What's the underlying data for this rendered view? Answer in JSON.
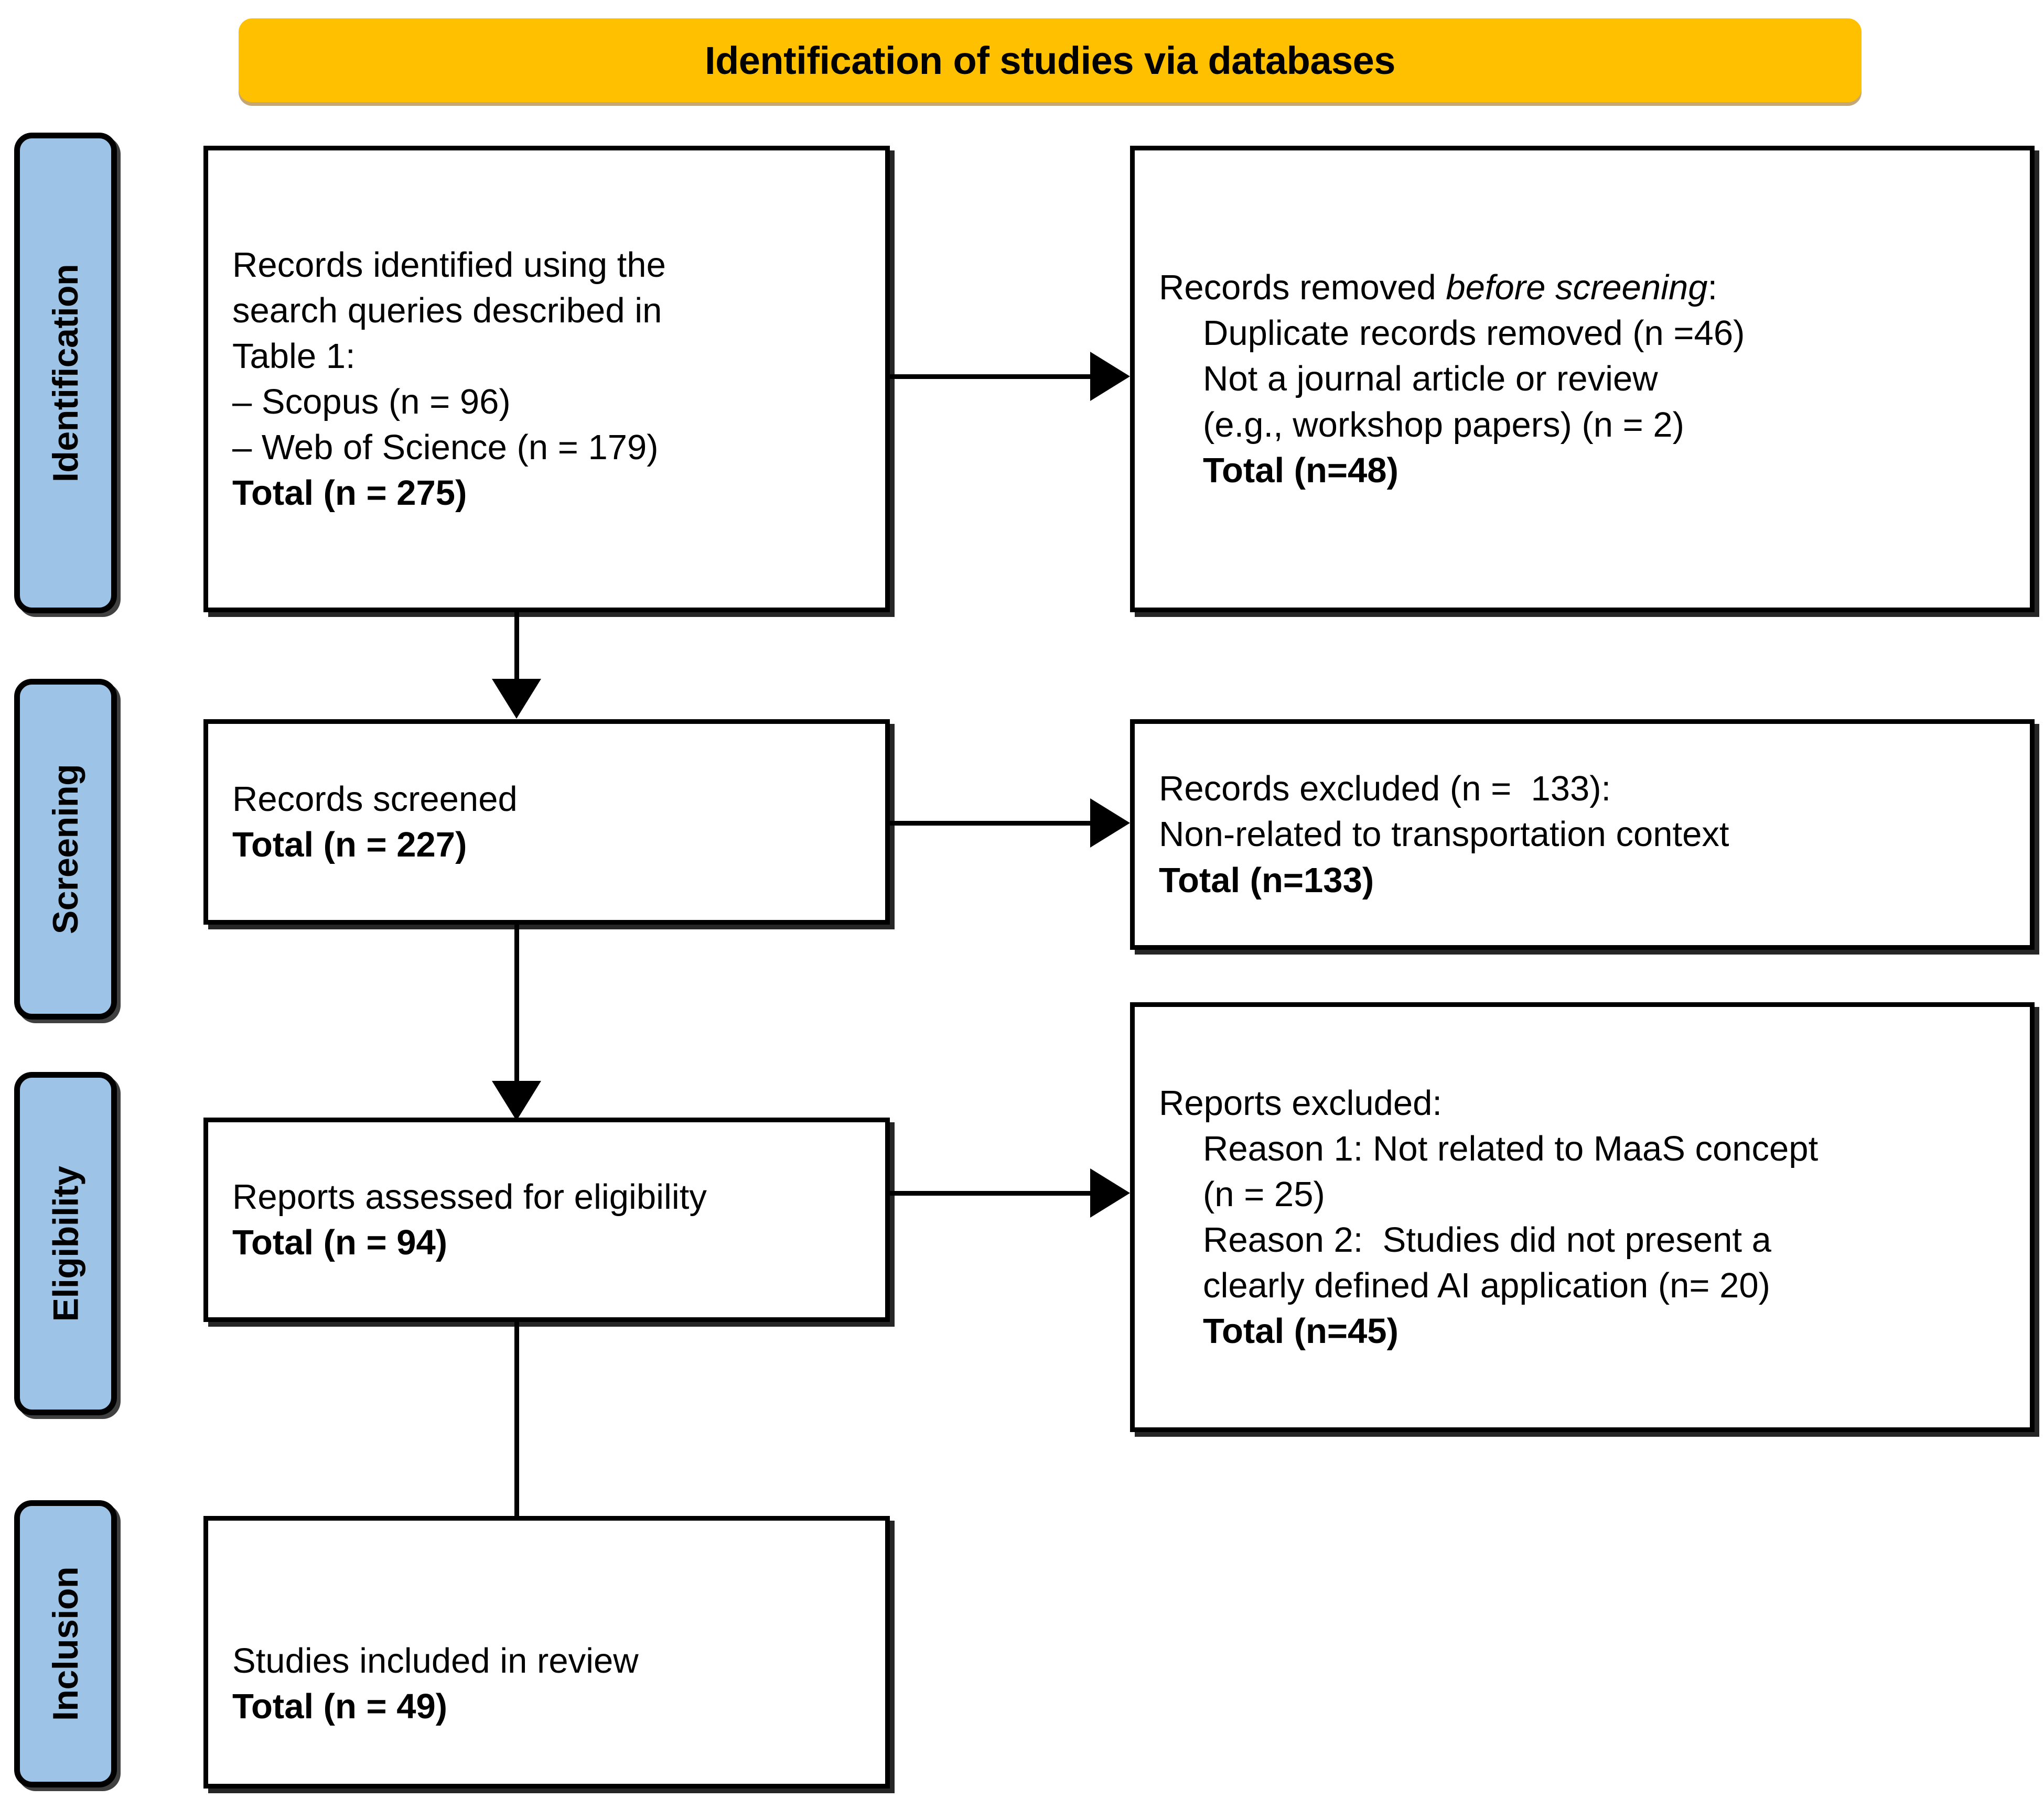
{
  "diagram": {
    "type": "PRISMA flow diagram",
    "header": {
      "title": "Identification of studies via databases"
    },
    "colors": {
      "banner": "#FFC000",
      "stage_pill": "#9DC3E6",
      "border": "#000000",
      "background": "#FFFFFF"
    },
    "stages": [
      {
        "id": "identification",
        "label": "Identification"
      },
      {
        "id": "screening",
        "label": "Screening"
      },
      {
        "id": "eligibility",
        "label": "Eligibility"
      },
      {
        "id": "inclusion",
        "label": "Inclusion"
      }
    ],
    "boxes": {
      "records_identified": {
        "l1": "Records identified using the",
        "l2": "search queries described in",
        "l3": "Table 1:",
        "l4": "– Scopus (n = 96)",
        "l5": "– Web of Science (n = 179)",
        "l6": "Total (n = 275)"
      },
      "records_removed": {
        "l1a": "Records removed ",
        "l1b": "before screening",
        "l1c": ":",
        "l2": "Duplicate records removed (n =46)",
        "l3": "Not a journal article or review",
        "l4": "(e.g., workshop papers) (n = 2)",
        "l5": "Total (n=48)"
      },
      "records_screened": {
        "l1": "Records screened",
        "l2": "Total (n = 227)"
      },
      "records_excluded": {
        "l1": "Records excluded (n =  133):",
        "l2": "Non-related to transportation context",
        "l3": "Total (n=133)"
      },
      "reports_assessed": {
        "l1": "Reports assessed for eligibility",
        "l2": "Total (n = 94)"
      },
      "reports_excluded": {
        "l1": "Reports excluded:",
        "l2": "Reason 1: Not related to MaaS concept",
        "l3": "(n = 25)",
        "l4": "Reason 2:  Studies did not present a",
        "l5": "clearly defined AI application (n= 20)",
        "l6": "Total (n=45)"
      },
      "studies_included": {
        "l1": "Studies included in review",
        "l2": "Total (n = 49)"
      }
    },
    "counts": {
      "scopus": 96,
      "web_of_science": 179,
      "identified_total": 275,
      "duplicates_removed": 46,
      "not_journal_article": 2,
      "removed_total": 48,
      "screened_total": 227,
      "excluded_screening": 133,
      "assessed_total": 94,
      "reason1_not_maas": 25,
      "reason2_no_ai": 20,
      "excluded_eligibility_total": 45,
      "included_total": 49
    }
  }
}
